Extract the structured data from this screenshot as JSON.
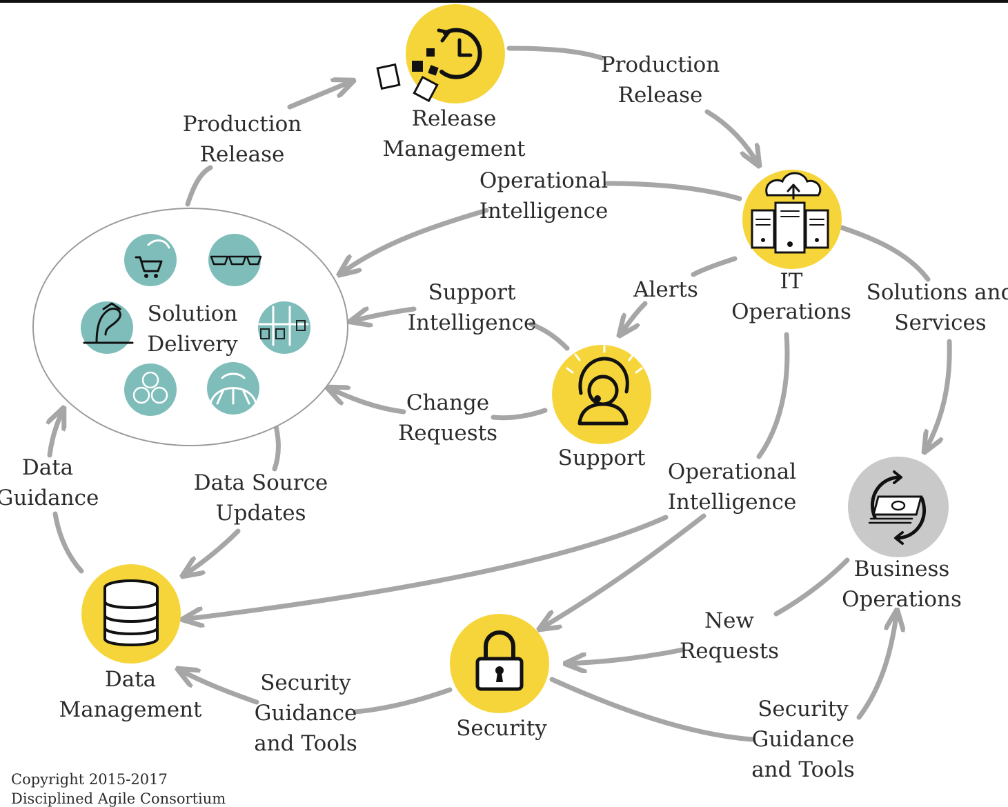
{
  "nodes": {
    "release_management": [
      "Release",
      "Management"
    ],
    "it_operations": [
      "IT",
      "Operations"
    ],
    "solution_delivery": [
      "Solution",
      "Delivery"
    ],
    "support": [
      "Support"
    ],
    "business_operations": [
      "Business",
      "Operations"
    ],
    "data_management": [
      "Data",
      "Management"
    ],
    "security": [
      "Security"
    ]
  },
  "flows": {
    "production_release_left": [
      "Production",
      "Release"
    ],
    "production_release_right": [
      "Production",
      "Release"
    ],
    "operational_intelligence_top": [
      "Operational",
      "Intelligence"
    ],
    "alerts": [
      "Alerts"
    ],
    "solutions_and_services": [
      "Solutions and",
      "Services"
    ],
    "support_intelligence": [
      "Support",
      "Intelligence"
    ],
    "change_requests": [
      "Change",
      "Requests"
    ],
    "operational_intelligence_bottom": [
      "Operational",
      "Intelligence"
    ],
    "data_guidance": [
      "Data",
      "Guidance"
    ],
    "data_source_updates": [
      "Data Source",
      "Updates"
    ],
    "new_requests": [
      "New",
      "Requests"
    ],
    "security_guidance_left": [
      "Security",
      "Guidance",
      "and Tools"
    ],
    "security_guidance_right": [
      "Security",
      "Guidance",
      "and Tools"
    ]
  },
  "copyright": [
    "Copyright 2015-2017",
    "Disciplined Agile Consortium"
  ],
  "colors": {
    "node_fill": "#f6d53a",
    "business_ops_fill": "#c9c9c9",
    "arrow": "#a6a6a6",
    "practice_fill": "#7fbdbb"
  }
}
